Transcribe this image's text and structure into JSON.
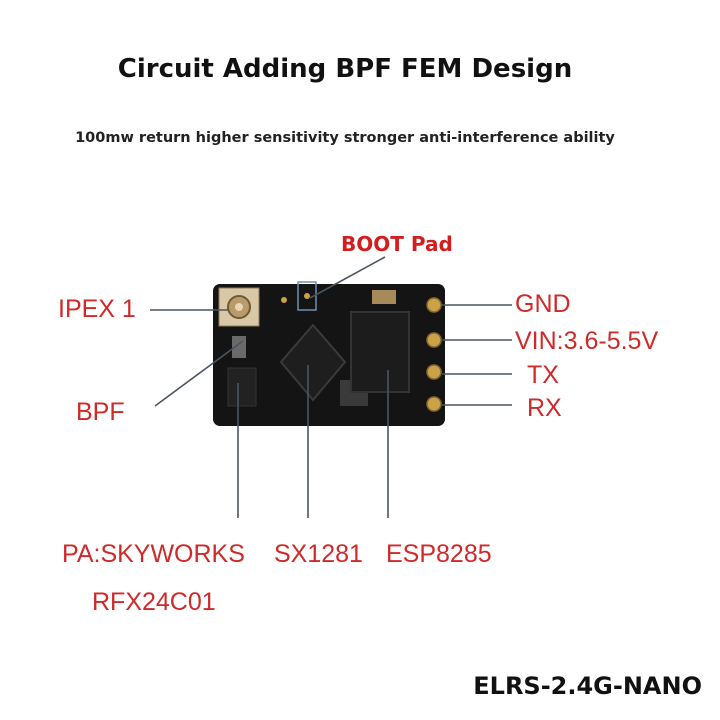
{
  "title": "Circuit Adding BPF FEM Design",
  "subtitle": "100mw return higher sensitivity stronger anti-interference ability",
  "labels": {
    "boot_pad": "BOOT Pad",
    "ipex": "IPEX 1",
    "bpf": "BPF",
    "gnd": "GND",
    "vin": "VIN:3.6-5.5V",
    "tx": "TX",
    "rx": "RX",
    "pa_line1": "PA:SKYWORKS",
    "pa_line2": "RFX24C01",
    "sx": "SX1281",
    "esp": "ESP8285"
  },
  "footer": "ELRS-2.4G-NANO",
  "colors": {
    "label": "#cf2a2a",
    "line": "#4a5560",
    "pcb": "#141414",
    "pad": "#c9a24a"
  }
}
